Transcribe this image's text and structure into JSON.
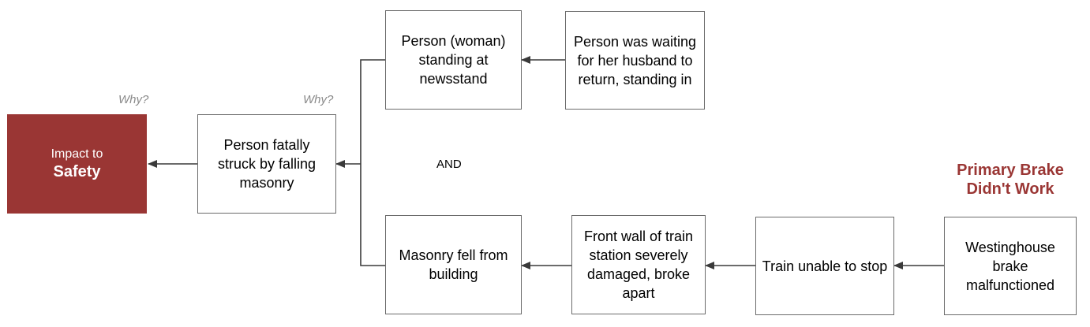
{
  "impact": {
    "line1": "Impact to",
    "line2": "Safety"
  },
  "why_labels": [
    "Why?",
    "Why?"
  ],
  "and_label": "AND",
  "callout": {
    "line1": "Primary Brake",
    "line2": "Didn't Work"
  },
  "nodes": {
    "fatal": "Person fatally struck by falling masonry",
    "standing": "Person (woman) standing at newsstand",
    "waiting": "Person was waiting for her husband to return, standing in",
    "masonry": "Masonry fell from building",
    "wall": "Front wall of train station severely damaged, broke apart",
    "train": "Train unable to stop",
    "brake": "Westinghouse brake malfunctioned"
  },
  "colors": {
    "impact_fill": "#9a3634",
    "callout_text": "#9a3634",
    "box_border": "#6b6b6b",
    "connector": "#3a3a3a",
    "why_text": "#8a8a8a"
  }
}
